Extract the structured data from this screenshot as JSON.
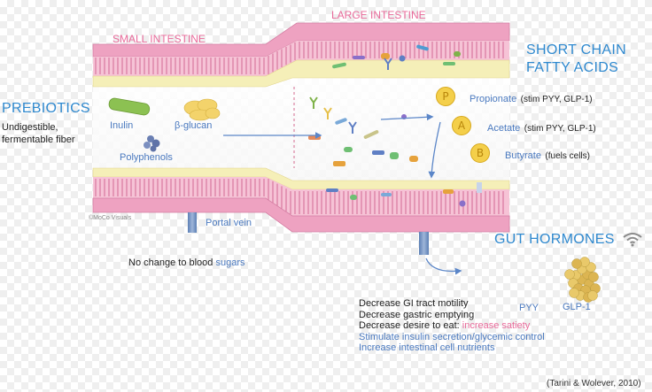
{
  "header": {
    "small_intestine": "SMALL INTESTINE",
    "large_intestine": "LARGE INTESTINE"
  },
  "prebiotics": {
    "title": "PREBIOTICS",
    "desc_line1": "Undigestible,",
    "desc_line2": "fermentable fiber",
    "inulin": "Inulin",
    "beta_glucan": "β-glucan",
    "polyphenols": "Polyphenols"
  },
  "credit": "©MoCo Visuals",
  "portal_vein": "Portal vein",
  "blood_sugar": {
    "prefix": "No change to blood ",
    "highlight": "sugars"
  },
  "scfa": {
    "title_line1": "SHORT CHAIN",
    "title_line2": "FATTY ACIDS",
    "items": [
      {
        "badge": "P",
        "name": "Propionate",
        "note": "(stim PYY, GLP-1)"
      },
      {
        "badge": "A",
        "name": "Acetate",
        "note": "(stim PYY, GLP-1)"
      },
      {
        "badge": "B",
        "name": "Butyrate",
        "note": "(fuels cells)"
      }
    ]
  },
  "gut_hormones": {
    "title": "GUT HORMONES",
    "icon": "wifi-signal-icon",
    "pyy": "PYY",
    "glp1": "GLP-1"
  },
  "effects": {
    "line1": "Decrease GI tract motility",
    "line2": "Decrease gastric emptying",
    "line3_prefix": "Decrease desire to eat: ",
    "line3_highlight": "increase satiety",
    "line4": "Stimulate insulin secretion/glycemic control",
    "line5": "Increase intestinal cell nutrients"
  },
  "citation": "(Tarini & Wolever, 2010)",
  "colors": {
    "blue": "#2f89cf",
    "label_blue": "#4a79bf",
    "pink": "#e96b9b",
    "tissue_pink": "#f0a6c4",
    "fat_cream": "#f5efb8",
    "badge_yellow": "#f4cf4a"
  }
}
